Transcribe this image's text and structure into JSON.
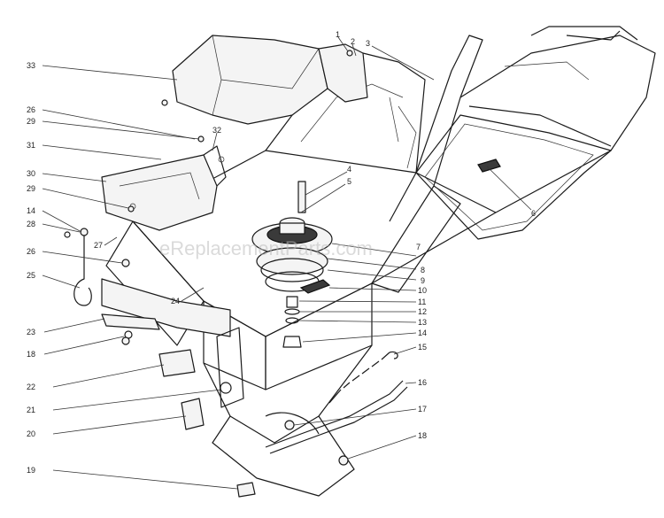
{
  "watermark": "eReplacementParts.com",
  "callouts": {
    "c1": "1",
    "c2": "2",
    "c3": "3",
    "c4": "4",
    "c5": "5",
    "c6": "6",
    "c7": "7",
    "c8": "8",
    "c9": "9",
    "c10": "10",
    "c11": "11",
    "c12": "12",
    "c13": "13",
    "c14a": "14",
    "c15": "15",
    "c16": "16",
    "c17": "17",
    "c18a": "18",
    "c19": "19",
    "c20": "20",
    "c21": "21",
    "c22": "22",
    "c23": "23",
    "c18b": "18",
    "c24": "24",
    "c25": "25",
    "c26a": "26",
    "c27": "27",
    "c28": "28",
    "c14b": "14",
    "c29a": "29",
    "c30": "30",
    "c31": "31",
    "c29b": "29",
    "c26b": "26",
    "c32": "32",
    "c33": "33"
  }
}
